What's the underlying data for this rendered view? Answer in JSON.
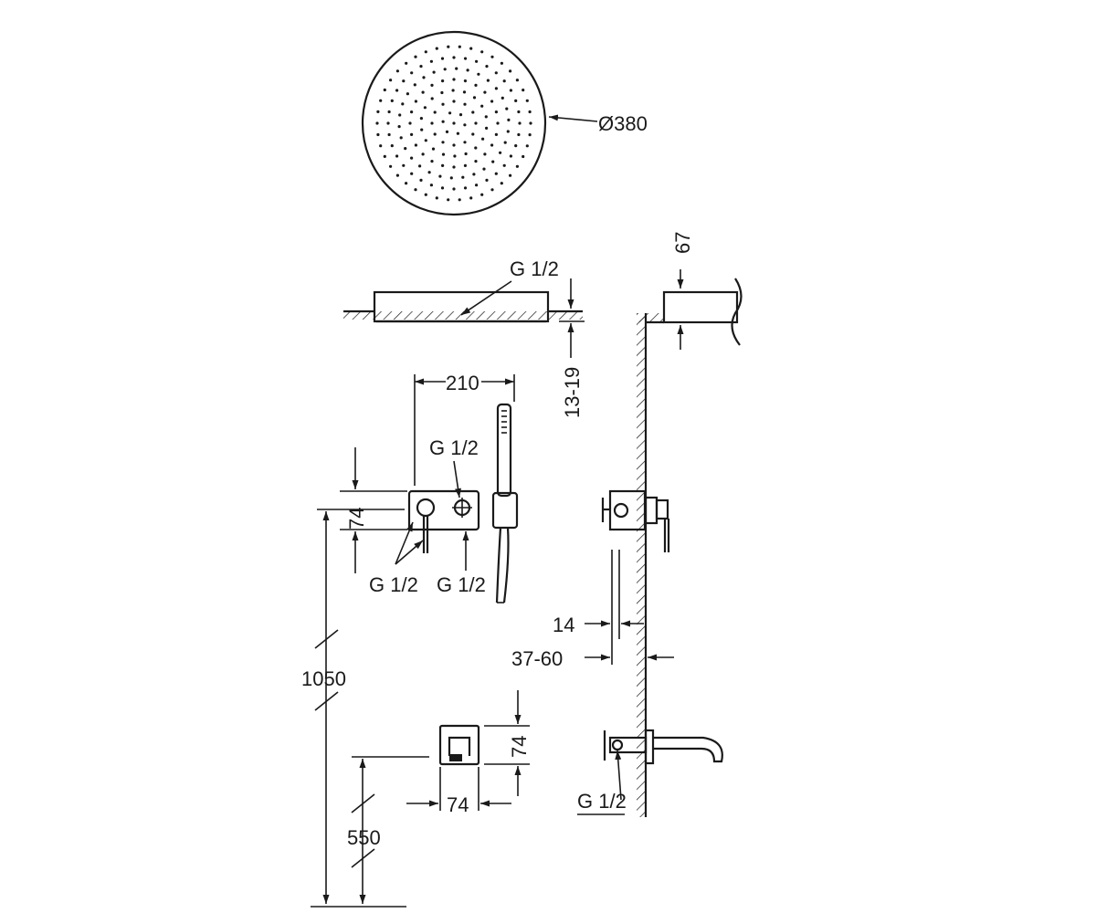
{
  "labels": {
    "diameter": "Ø380",
    "head_inlet_thread": "G 1/2",
    "head_depth": "67",
    "ceiling_recess": "13-19",
    "mixer_width": "210",
    "mixer_top_thread": "G 1/2",
    "mixer_height": "74",
    "mixer_bottom_thread_left": "G 1/2",
    "mixer_bottom_thread_right": "G 1/2",
    "wall_offset": "14",
    "wall_depth": "37-60",
    "mixer_mount_height": "1050",
    "outlet_height": "74",
    "outlet_width": "74",
    "outlet_mount_height": "550",
    "spout_thread": "G 1/2"
  },
  "colors": {
    "line": "#1a1a1a",
    "background": "#ffffff"
  }
}
